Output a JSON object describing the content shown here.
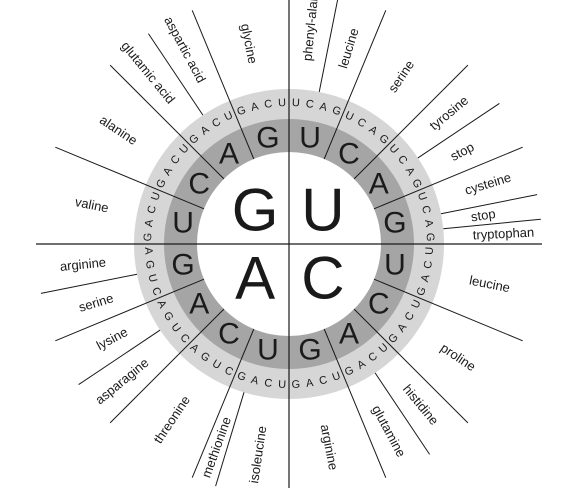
{
  "wheel": {
    "colors": {
      "outer_ring": "#d6d6d6",
      "second_ring": "#a5a5a5",
      "center": "#ffffff",
      "ink": "#1a1a1a"
    },
    "quadrants": [
      {
        "base": "G",
        "second": [
          {
            "base": "G",
            "third": [
              "U",
              "C",
              "A",
              "G"
            ],
            "amino_acids": [
              {
                "name": "glycine",
                "codons": 4
              }
            ]
          },
          {
            "base": "A",
            "third": [
              "U",
              "C",
              "A",
              "G"
            ],
            "amino_acids": [
              {
                "name": "aspartic acid",
                "codons": 2
              },
              {
                "name": "glutamic acid",
                "codons": 2
              }
            ]
          },
          {
            "base": "C",
            "third": [
              "U",
              "C",
              "A",
              "G"
            ],
            "amino_acids": [
              {
                "name": "alanine",
                "codons": 4
              }
            ]
          },
          {
            "base": "U",
            "third": [
              "U",
              "C",
              "A",
              "G"
            ],
            "amino_acids": [
              {
                "name": "valine",
                "codons": 4
              }
            ]
          }
        ]
      },
      {
        "base": "A",
        "second": [
          {
            "base": "G",
            "third": [
              "A",
              "G",
              "U",
              "C"
            ],
            "amino_acids": [
              {
                "name": "arginine",
                "codons": 2
              },
              {
                "name": "serine",
                "codons": 2
              }
            ]
          },
          {
            "base": "A",
            "third": [
              "A",
              "G",
              "U",
              "C"
            ],
            "amino_acids": [
              {
                "name": "lysine",
                "codons": 2
              },
              {
                "name": "asparagine",
                "codons": 2
              }
            ]
          },
          {
            "base": "C",
            "third": [
              "A",
              "G",
              "U",
              "C"
            ],
            "amino_acids": [
              {
                "name": "threonine",
                "codons": 4
              }
            ]
          },
          {
            "base": "U",
            "third": [
              "G",
              "A",
              "C",
              "U"
            ],
            "amino_acids": [
              {
                "name": "methionine",
                "codons": 1
              },
              {
                "name": "isoleucine",
                "codons": 3
              }
            ]
          }
        ]
      },
      {
        "base": "C",
        "second": [
          {
            "base": "G",
            "third": [
              "G",
              "A",
              "C",
              "U"
            ],
            "amino_acids": [
              {
                "name": "arginine",
                "codons": 4
              }
            ]
          },
          {
            "base": "A",
            "third": [
              "G",
              "A",
              "C",
              "U"
            ],
            "amino_acids": [
              {
                "name": "glutamine",
                "codons": 2
              },
              {
                "name": "histidine",
                "codons": 2
              }
            ]
          },
          {
            "base": "C",
            "third": [
              "G",
              "A",
              "C",
              "U"
            ],
            "amino_acids": [
              {
                "name": "proline",
                "codons": 4
              }
            ]
          },
          {
            "base": "U",
            "third": [
              "G",
              "A",
              "C",
              "U"
            ],
            "amino_acids": [
              {
                "name": "leucine",
                "codons": 4
              }
            ]
          }
        ]
      },
      {
        "base": "U",
        "second": [
          {
            "base": "U",
            "third": [
              "U",
              "C",
              "A",
              "G"
            ],
            "amino_acids": [
              {
                "name": "phenyl-alanine",
                "codons": 2
              },
              {
                "name": "leucine",
                "codons": 2
              }
            ]
          },
          {
            "base": "C",
            "third": [
              "U",
              "C",
              "A",
              "G"
            ],
            "amino_acids": [
              {
                "name": "serine",
                "codons": 4
              }
            ]
          },
          {
            "base": "A",
            "third": [
              "U",
              "C",
              "A",
              "G"
            ],
            "amino_acids": [
              {
                "name": "tyrosine",
                "codons": 2
              },
              {
                "name": "stop",
                "codons": 2
              }
            ]
          },
          {
            "base": "G",
            "third": [
              "U",
              "C",
              "A",
              "G"
            ],
            "amino_acids": [
              {
                "name": "cysteine",
                "codons": 2
              },
              {
                "name": "stop",
                "codons": 1
              },
              {
                "name": "tryptophan",
                "codons": 1
              }
            ]
          }
        ]
      }
    ]
  }
}
